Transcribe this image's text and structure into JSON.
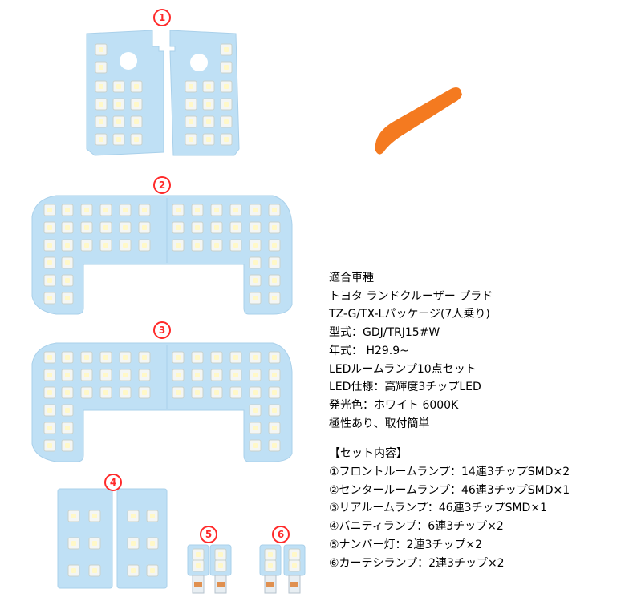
{
  "labels": {
    "p1": "1",
    "p2": "2",
    "p3": "3",
    "p4": "4",
    "p5": "5",
    "p6": "6"
  },
  "spec": {
    "vehicle_heading": "適合車種",
    "vehicle_name": " トヨタ ランドクルーザー プラド",
    "grade": "TZ-G/TX-Lパッケージ(7人乗り)",
    "model": "型式：GDJ/TRJ15#W",
    "year": "年式： H29.9~",
    "set_desc": "LEDルームランプ10点セット",
    "led_spec": "LED仕様：高輝度3チップLED",
    "color": "発光色：ホワイト 6000K",
    "polarity": "極性あり、取付簡単",
    "contents_heading": "【セット内容】",
    "items": [
      "①フロントルームランプ：14連3チップSMD×2",
      "②センタールームランプ：46連3チップSMD×1",
      "③リアルームランプ：46連3チップSMD×1",
      "④バニティランプ：6連3チップ×2",
      "⑤ナンバー灯：2連3チップ×2",
      "⑥カーテシランプ：2連3チップ×2"
    ]
  },
  "colors": {
    "pcb": "#bfe0f5",
    "led": "#ffffff",
    "number_badge": "#ff2a2a",
    "tool": "#f47a20"
  }
}
